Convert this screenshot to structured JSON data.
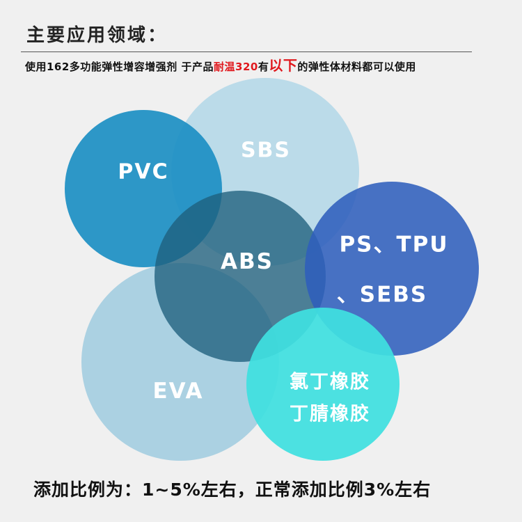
{
  "header": {
    "title": "主要应用领域：",
    "subtitle_parts": {
      "part1": "使用162多功能弹性增容增强剂 于产品",
      "part2_red": "耐温320",
      "part3": "有",
      "part4_red_big": "以下",
      "part5": "的弹性体材料都可以使用"
    }
  },
  "circles": {
    "pvc": {
      "label": "PVC",
      "color": "#1c8fc3"
    },
    "sbs": {
      "label": "SBS",
      "color": "#b7d9e8"
    },
    "abs": {
      "label": "ABS",
      "color": "#336f8a"
    },
    "ps_tpu_sebs": {
      "line1": "PS、TPU",
      "line2": "、SEBS",
      "color": "#3f6cc0"
    },
    "eva": {
      "label": "EVA",
      "color": "#a7cfe0"
    },
    "rubber": {
      "line1": "氯丁橡胶",
      "line2": "丁腈橡胶",
      "color": "#40e0e0"
    }
  },
  "footer": {
    "text": "添加比例为：1~5%左右，正常添加比例3%左右"
  }
}
